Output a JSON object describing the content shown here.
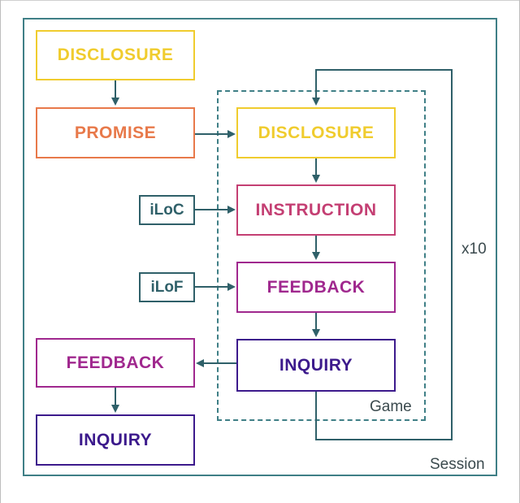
{
  "diagram": {
    "session_label": "Session",
    "game_label": "Game",
    "repeat_label": "x10",
    "left_top": {
      "disclosure": "DISCLOSURE",
      "promise": "PROMISE"
    },
    "game_boxes": {
      "disclosure": "DISCLOSURE",
      "instruction": "INSTRUCTION",
      "feedback": "FEEDBACK",
      "inquiry": "INQUIRY"
    },
    "inputs": {
      "iloc": "iLoC",
      "ilof": "iLoF"
    },
    "left_bottom": {
      "feedback": "FEEDBACK",
      "inquiry": "INQUIRY"
    },
    "colors": {
      "frame": "#3f7f86",
      "arrow": "#2f6069",
      "disclosure": "#f0cc2e",
      "promise": "#e8794a",
      "instruction": "#c43f73",
      "feedback": "#a0288e",
      "inquiry": "#3c1a8c"
    }
  }
}
